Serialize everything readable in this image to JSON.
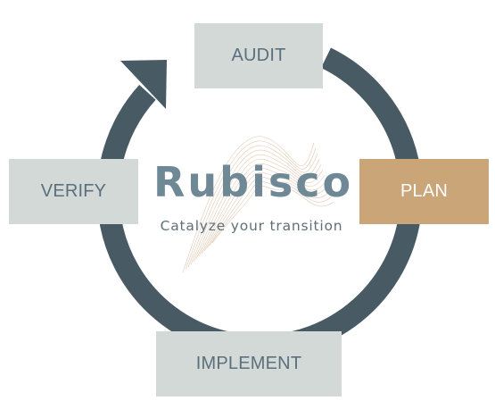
{
  "diagram": {
    "steps": [
      {
        "id": "audit",
        "label": "AUDIT"
      },
      {
        "id": "plan",
        "label": "PLAN"
      },
      {
        "id": "implement",
        "label": "IMPLEMENT"
      },
      {
        "id": "verify",
        "label": "VERIFY"
      }
    ],
    "logo": {
      "name": "Rubisco",
      "tagline": "Catalyze your transition"
    },
    "colors": {
      "cycle_arrow": "#485a64",
      "step_box": "#d3d9d6",
      "highlight_box": "#c9a578",
      "step_text": "#5b6f7c",
      "logo_text": "#6e8896",
      "logo_graphic": "#d9b89a"
    }
  }
}
